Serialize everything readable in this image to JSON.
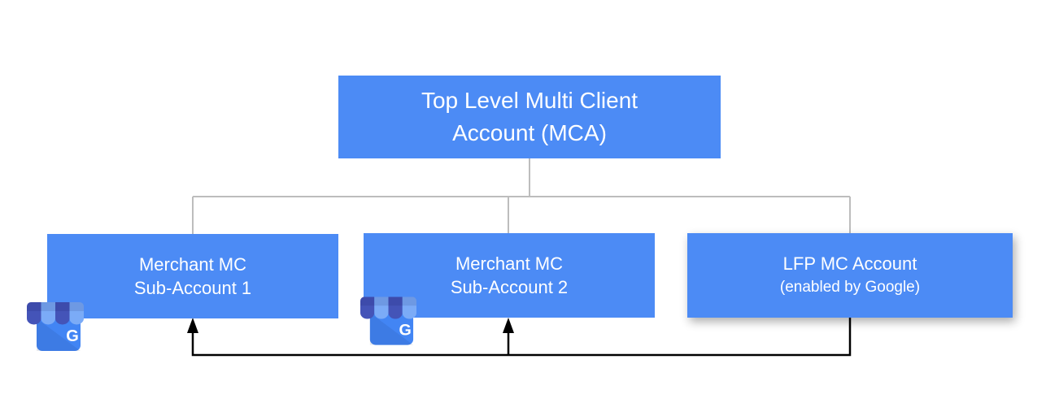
{
  "diagram": {
    "type": "hierarchy",
    "background": "#FFFFFF",
    "root": {
      "line1": "Top Level Multi Client",
      "line2": "Account (MCA)"
    },
    "children": [
      {
        "line1": "Merchant MC",
        "line2": "Sub-Account 1",
        "icon": "google-my-business"
      },
      {
        "line1": "Merchant MC",
        "line2": "Sub-Account 2",
        "icon": "google-my-business"
      },
      {
        "line1": "LFP MC Account",
        "line2": "(enabled by Google)",
        "icon": null
      }
    ],
    "icon_letter": "G",
    "colors": {
      "node_fill": "#4C8BF5",
      "node_text": "#FFFFFF",
      "tree_connector": "#BDBDBD",
      "feed_arrow": "#000000",
      "gmb_body": "#4285F4",
      "gmb_awning_dark": "#4454B8",
      "gmb_awning_light": "#7BABF7"
    }
  }
}
